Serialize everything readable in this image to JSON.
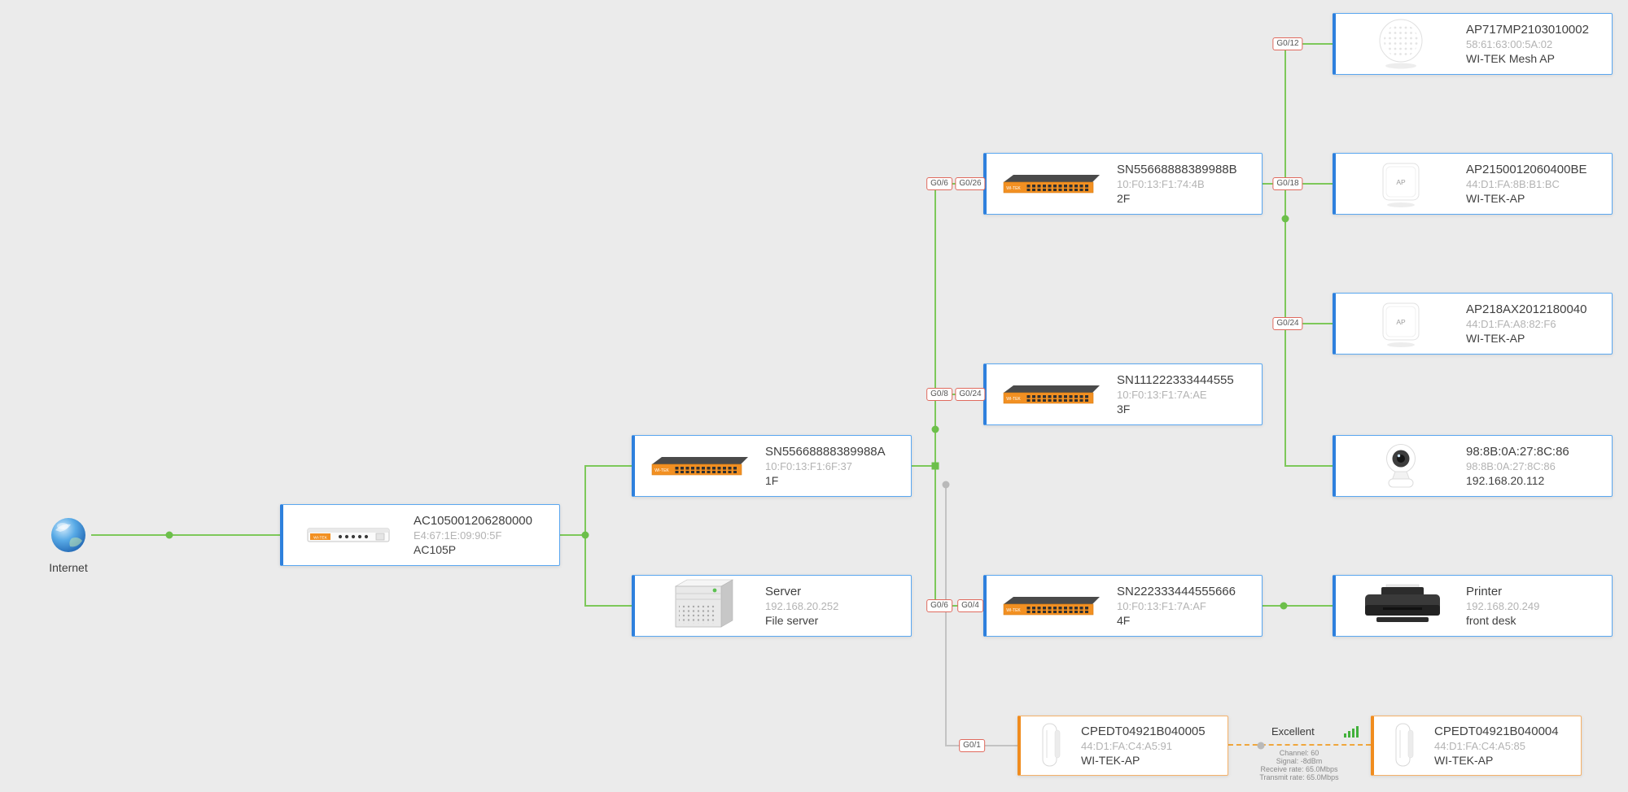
{
  "brand": "WI-TEK",
  "ap_label": "AP",
  "internet": {
    "label": "Internet"
  },
  "nodes": [
    {
      "id": "router",
      "name": "AC105001206280000",
      "detail": "E4:67:1E:09:90:5F",
      "label": "AC105P",
      "icon": "router-icon"
    },
    {
      "id": "switch-1f",
      "name": "SN55668888389988A",
      "detail": "10:F0:13:F1:6F:37",
      "label": "1F",
      "icon": "switch-icon"
    },
    {
      "id": "file-server",
      "name": "Server",
      "detail": "192.168.20.252",
      "label": "File server",
      "icon": "server-icon"
    },
    {
      "id": "switch-2f",
      "name": "SN55668888389988B",
      "detail": "10:F0:13:F1:74:4B",
      "label": "2F",
      "icon": "switch-icon"
    },
    {
      "id": "switch-3f",
      "name": "SN111222333444555",
      "detail": "10:F0:13:F1:7A:AE",
      "label": "3F",
      "icon": "switch-icon"
    },
    {
      "id": "switch-4f",
      "name": "SN222333444555666",
      "detail": "10:F0:13:F1:7A:AF",
      "label": "4F",
      "icon": "switch-icon"
    },
    {
      "id": "mesh-ap",
      "name": "AP717MP2103010002",
      "detail": "58:61:63:00:5A:02",
      "label": "WI-TEK Mesh AP",
      "icon": "mesh-ap-icon"
    },
    {
      "id": "ap-2150",
      "name": "AP2150012060400BE",
      "detail": "44:D1:FA:8B:B1:BC",
      "label": "WI-TEK-AP",
      "icon": "ap-icon"
    },
    {
      "id": "ap-218ax",
      "name": "AP218AX2012180040",
      "detail": "44:D1:FA:A8:82:F6",
      "label": "WI-TEK-AP",
      "icon": "ap-icon"
    },
    {
      "id": "camera",
      "name": "98:8B:0A:27:8C:86",
      "detail": "98:8B:0A:27:8C:86",
      "label": "192.168.20.112",
      "icon": "camera-icon"
    },
    {
      "id": "printer",
      "name": "Printer",
      "detail": "192.168.20.249",
      "label": "front desk",
      "icon": "printer-icon"
    },
    {
      "id": "cpe-1",
      "name": "CPEDT04921B040005",
      "detail": "44:D1:FA:C4:A5:91",
      "label": "WI-TEK-AP",
      "icon": "cpe-icon"
    },
    {
      "id": "cpe-2",
      "name": "CPEDT04921B040004",
      "detail": "44:D1:FA:C4:A5:85",
      "label": "WI-TEK-AP",
      "icon": "cpe-icon"
    }
  ],
  "ports": [
    {
      "label": "G0/6"
    },
    {
      "label": "G0/26"
    },
    {
      "label": "G0/8"
    },
    {
      "label": "G0/24"
    },
    {
      "label": "G0/6"
    },
    {
      "label": "G0/4"
    },
    {
      "label": "G0/1"
    },
    {
      "label": "G0/12"
    },
    {
      "label": "G0/18"
    },
    {
      "label": "G0/24"
    }
  ],
  "wireless_link": {
    "quality": "Excellent",
    "details": [
      "Channel: 60",
      "Signal: -8dBm",
      "Receive rate: 65.0Mbps",
      "Transmit rate: 65.0Mbps"
    ]
  },
  "colors": {
    "background": "#ebebeb",
    "link_active": "#7dc85a",
    "link_inactive": "#c3c3c3",
    "wireless_link": "#f0a63c",
    "card_border_wired": "#5aa7f0",
    "card_accent_wired": "#2e80dd",
    "card_border_wireless": "#f5b169",
    "card_accent_wireless": "#f08c1e",
    "port_badge_border": "#e06a5e",
    "signal_bars": "#43b13c"
  }
}
